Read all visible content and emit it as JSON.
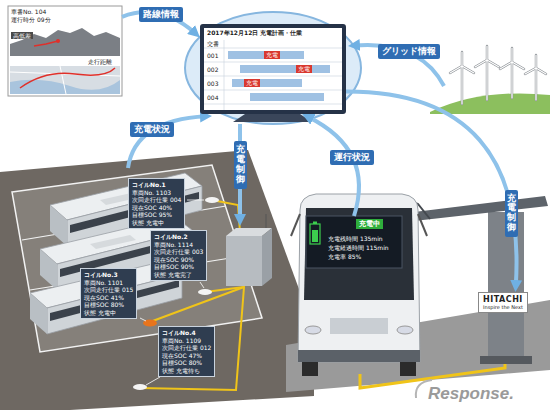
{
  "diagram": {
    "nodes": [
      {
        "text": [
          "車番No. 104",
          "運行時分 09分",
          "走行距離"
        ]
      },
      {
        "text": [
          "高低差"
        ],
        "in": 0
      },
      {
        "text": [
          "2017年12月12日 充電計画・仕業",
          "交番",
          "001",
          "002",
          "003",
          "004"
        ]
      },
      {
        "text": [
          "充電"
        ],
        "in": 2
      },
      {
        "text": [
          "充電"
        ],
        "in": 2
      },
      {
        "text": [
          "充電"
        ],
        "in": 2
      },
      {
        "text": [
          "コイルNo.1",
          "車両No. 1103",
          "次回走行仕業 004",
          "現在SOC 40%",
          "目標SOC 95%",
          "状態 充電中"
        ]
      },
      {
        "text": [
          "コイルNo.2",
          "車両No. 1114",
          "次回走行仕業 003",
          "現在SOC 90%",
          "目標SOC 90%",
          "状態 充電完了"
        ]
      },
      {
        "text": [
          "コイルNo.3",
          "車両No. 1101",
          "次回走行仕業 015",
          "現在SOC 41%",
          "目標SOC 80%",
          "状態 充電中"
        ]
      },
      {
        "text": [
          "コイルNo.4",
          "車両No. 1109",
          "次回走行仕業 012",
          "現在SOC 47%",
          "目標SOC 80%",
          "状態 充電待ち"
        ]
      },
      {
        "text": [
          "充電残時間 135min",
          "充電経過時間 115min",
          "充電率 85%"
        ]
      },
      {
        "text": [
          "充電中"
        ],
        "in": 10
      },
      {
        "text": [
          "HITACHI",
          "Inspire the Next"
        ]
      }
    ],
    "edges": [
      {
        "from": 0,
        "to": 2,
        "label": "路線情報",
        "arrow": "to"
      },
      {
        "from": 10,
        "to": 2,
        "label": "運行状況",
        "arrow": "to"
      },
      {
        "from": 2,
        "to": 12,
        "label": "充電制御",
        "arrow": "to"
      }
    ],
    "labels": [
      "グリッド情報",
      "充電状況",
      "充電制御",
      "Response."
    ]
  }
}
